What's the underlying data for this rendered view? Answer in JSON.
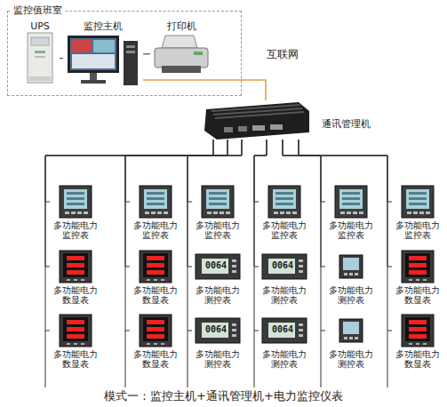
{
  "diagram": {
    "caption": "模式一：监控主机+通讯管理机+电力监控仪表",
    "nodes": [
      {
        "text": [
          "监控值班室"
        ]
      },
      {
        "text": [
          "UPS"
        ],
        "in": 0
      },
      {
        "text": [
          "监控主机"
        ],
        "in": 0
      },
      {
        "text": [
          "打印机"
        ],
        "in": 0
      },
      {
        "text": [
          "通讯管理机"
        ]
      },
      {
        "text": [
          "多功能电力 监控表"
        ]
      },
      {
        "text": [
          "多功能电力 监控表"
        ]
      },
      {
        "text": [
          "多功能电力 监控表"
        ]
      },
      {
        "text": [
          "多功能电力 监控表"
        ]
      },
      {
        "text": [
          "多功能电力 监控表"
        ]
      },
      {
        "text": [
          "多功能电力 监控表"
        ]
      },
      {
        "text": [
          "多功能电力 数显表"
        ]
      },
      {
        "text": [
          "多功能电力 数显表"
        ]
      },
      {
        "text": [
          "多功能电力 测控表"
        ]
      },
      {
        "text": [
          "多功能电力 测控表"
        ]
      },
      {
        "text": [
          "多功能电力 测控表"
        ]
      },
      {
        "text": [
          "多功能电力 数显表"
        ]
      },
      {
        "text": [
          "多功能电力 数显表"
        ]
      },
      {
        "text": [
          "多功能电力 数显表"
        ]
      },
      {
        "text": [
          "多功能电力 测控表"
        ]
      },
      {
        "text": [
          "多功能电力 测控表"
        ]
      },
      {
        "text": [
          "多功能电力 测控表"
        ]
      },
      {
        "text": [
          "多功能电力 数显表"
        ]
      }
    ],
    "edges": [
      {
        "from": 1,
        "to": 2,
        "arrow": "none"
      },
      {
        "from": 2,
        "to": 3,
        "arrow": "none"
      },
      {
        "from": 2,
        "to": 4,
        "arrow": "none"
      },
      {
        "from": 4,
        "to": 5,
        "arrow": "none"
      },
      {
        "from": 4,
        "to": 6,
        "arrow": "none"
      },
      {
        "from": 4,
        "to": 7,
        "arrow": "none"
      },
      {
        "from": 4,
        "to": 8,
        "arrow": "none"
      },
      {
        "from": 4,
        "to": 9,
        "arrow": "none"
      },
      {
        "from": 4,
        "to": 10,
        "arrow": "none"
      },
      {
        "from": 4,
        "to": 11,
        "arrow": "none"
      },
      {
        "from": 4,
        "to": 12,
        "arrow": "none"
      },
      {
        "from": 4,
        "to": 13,
        "arrow": "none"
      },
      {
        "from": 4,
        "to": 14,
        "arrow": "none"
      },
      {
        "from": 4,
        "to": 15,
        "arrow": "none"
      },
      {
        "from": 4,
        "to": 16,
        "arrow": "none"
      },
      {
        "from": 4,
        "to": 17,
        "arrow": "none"
      },
      {
        "from": 4,
        "to": 18,
        "arrow": "none"
      },
      {
        "from": 4,
        "to": 19,
        "arrow": "none"
      },
      {
        "from": 4,
        "to": 20,
        "arrow": "none"
      },
      {
        "from": 4,
        "to": 21,
        "arrow": "none"
      },
      {
        "from": 4,
        "to": 22,
        "arrow": "none"
      }
    ],
    "labels": [
      "互联网",
      "0064",
      "0064",
      "0064",
      "0064"
    ]
  }
}
